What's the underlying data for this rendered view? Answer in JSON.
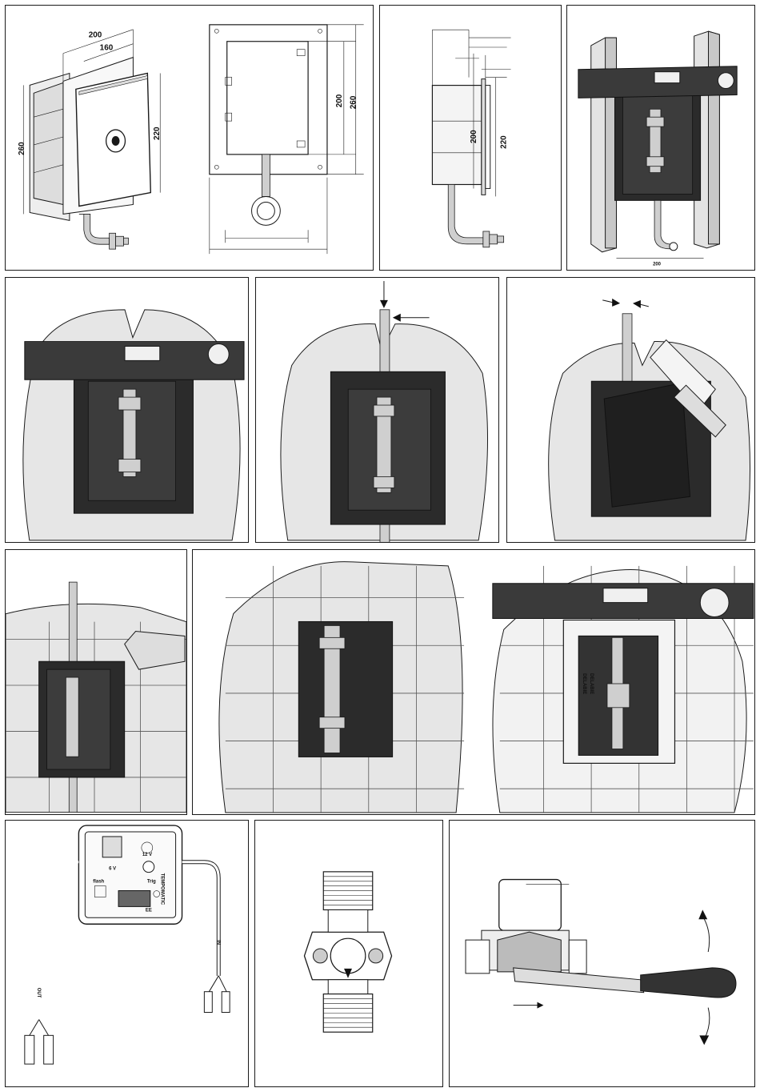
{
  "panels": {
    "p1": {
      "dim_width_outer": "200",
      "dim_width_inner": "160",
      "dim_height_left": "260",
      "dim_height_right": "220"
    },
    "p2": {
      "dim_height_inner": "200",
      "dim_height_outer": "260"
    },
    "p3": {
      "dim_height_a": "200",
      "dim_height_b": "220"
    },
    "p4": {
      "dim_spacing": "200"
    },
    "p11": {
      "brand_line1": "DELABIE",
      "brand_line2": "DELABIE"
    },
    "p12": {
      "label_out": "OUT",
      "label_in": "IN",
      "label_voltage": "6 V",
      "label_voltage2": "12 V",
      "label_ee": "EE",
      "label_flash": "flash",
      "label_trig": "Trig",
      "label_tempomatic": "TEMPOMATIC"
    }
  },
  "colors": {
    "line": "#1a1a1a",
    "wall_fill": "#e6e6e6",
    "box_fill": "#2b2b2b",
    "pipe_fill": "#cfcfcf"
  }
}
